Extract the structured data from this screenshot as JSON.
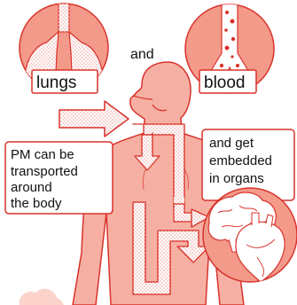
{
  "labels": {
    "lungs": "lungs",
    "and": "and",
    "blood": "blood",
    "pm_line1": "PM can be",
    "pm_line2": "transported",
    "pm_line3": "around",
    "pm_line4": "the body",
    "organs_line1": "and get",
    "organs_line2": "embedded",
    "organs_line3": "in organs"
  },
  "colors": {
    "body_fill": "#f6b0a3",
    "outline": "#d8322b",
    "circle_fill": "#f39a8a",
    "label_box_stroke": "#d8322b",
    "text": "#111111"
  },
  "icons": {
    "lungs": "lungs-icon",
    "blood": "blood-vessel-icon",
    "brain": "brain-icon",
    "heart": "heart-icon",
    "arrow": "flow-arrow"
  }
}
